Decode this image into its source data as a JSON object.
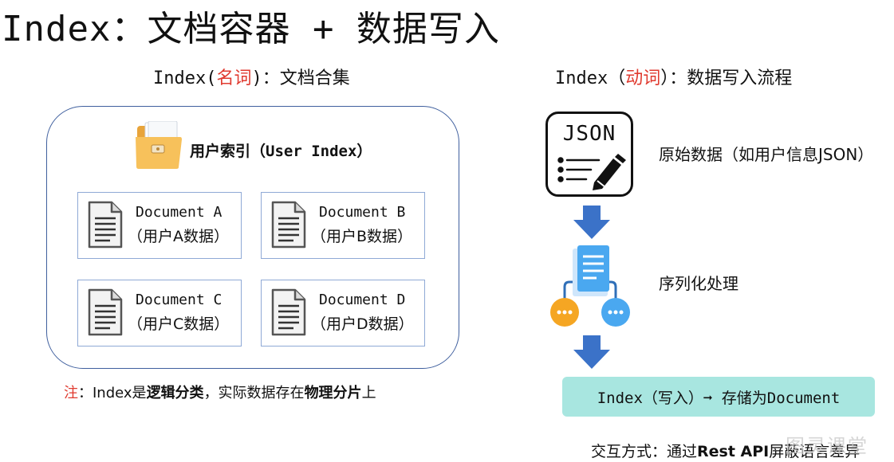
{
  "title": "Index：文档容器 + 数据写入",
  "left": {
    "heading_pre": "Index(",
    "heading_red": "名词",
    "heading_post": ")：文档合集",
    "folder_label": "用户索引（User Index）",
    "documents": [
      {
        "name": "Document A",
        "owner": "（用户A数据）"
      },
      {
        "name": "Document B",
        "owner": "（用户B数据）"
      },
      {
        "name": "Document C",
        "owner": "（用户C数据）"
      },
      {
        "name": "Document D",
        "owner": "（用户D数据）"
      }
    ],
    "note": {
      "prefix": "注",
      "p1": "：Index是",
      "b1": "逻辑分类",
      "p2": "，实际数据存在",
      "b2": "物理分片",
      "p3": "上"
    }
  },
  "right": {
    "heading_pre": "Index（",
    "heading_red": "动词",
    "heading_post": "）：数据写入流程",
    "json_label": "JSON",
    "step1": "原始数据（如用户信息JSON）",
    "step2": "序列化处理",
    "result": "Index（写入）➞ 存储为Document",
    "footer_pre": "交互方式：通过",
    "footer_bold": "Rest API",
    "footer_post": "屏蔽语言差异"
  },
  "watermark": "图灵课堂",
  "colors": {
    "accent_red": "#e03a2f",
    "arrow_blue": "#3b72c8",
    "container_border": "#3f5f9e",
    "result_bg": "#a8e6e0",
    "node_orange": "#f5a623",
    "node_blue": "#4aa8f0"
  }
}
